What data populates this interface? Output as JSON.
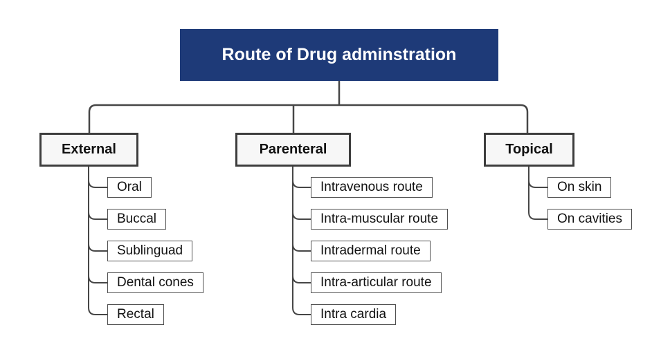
{
  "title": {
    "label": "Route of Drug adminstration"
  },
  "colors": {
    "root_bg": "#1e3a78",
    "root_text": "#ffffff",
    "branch_bg": "#f7f7f7",
    "branch_border": "#3d3d3d",
    "leaf_border": "#4f4f4f",
    "connector_line": "#464646",
    "page_bg": "#ffffff"
  },
  "tree": {
    "branches": [
      {
        "label": "External",
        "children": [
          "Oral",
          "Buccal",
          "Sublinguad",
          "Dental cones",
          "Rectal"
        ]
      },
      {
        "label": "Parenteral",
        "children": [
          "Intravenous route",
          "Intra-muscular route",
          "Intradermal route",
          "Intra-articular route",
          "Intra cardia"
        ]
      },
      {
        "label": "Topical",
        "children": [
          "On skin",
          "On cavities"
        ]
      }
    ]
  }
}
